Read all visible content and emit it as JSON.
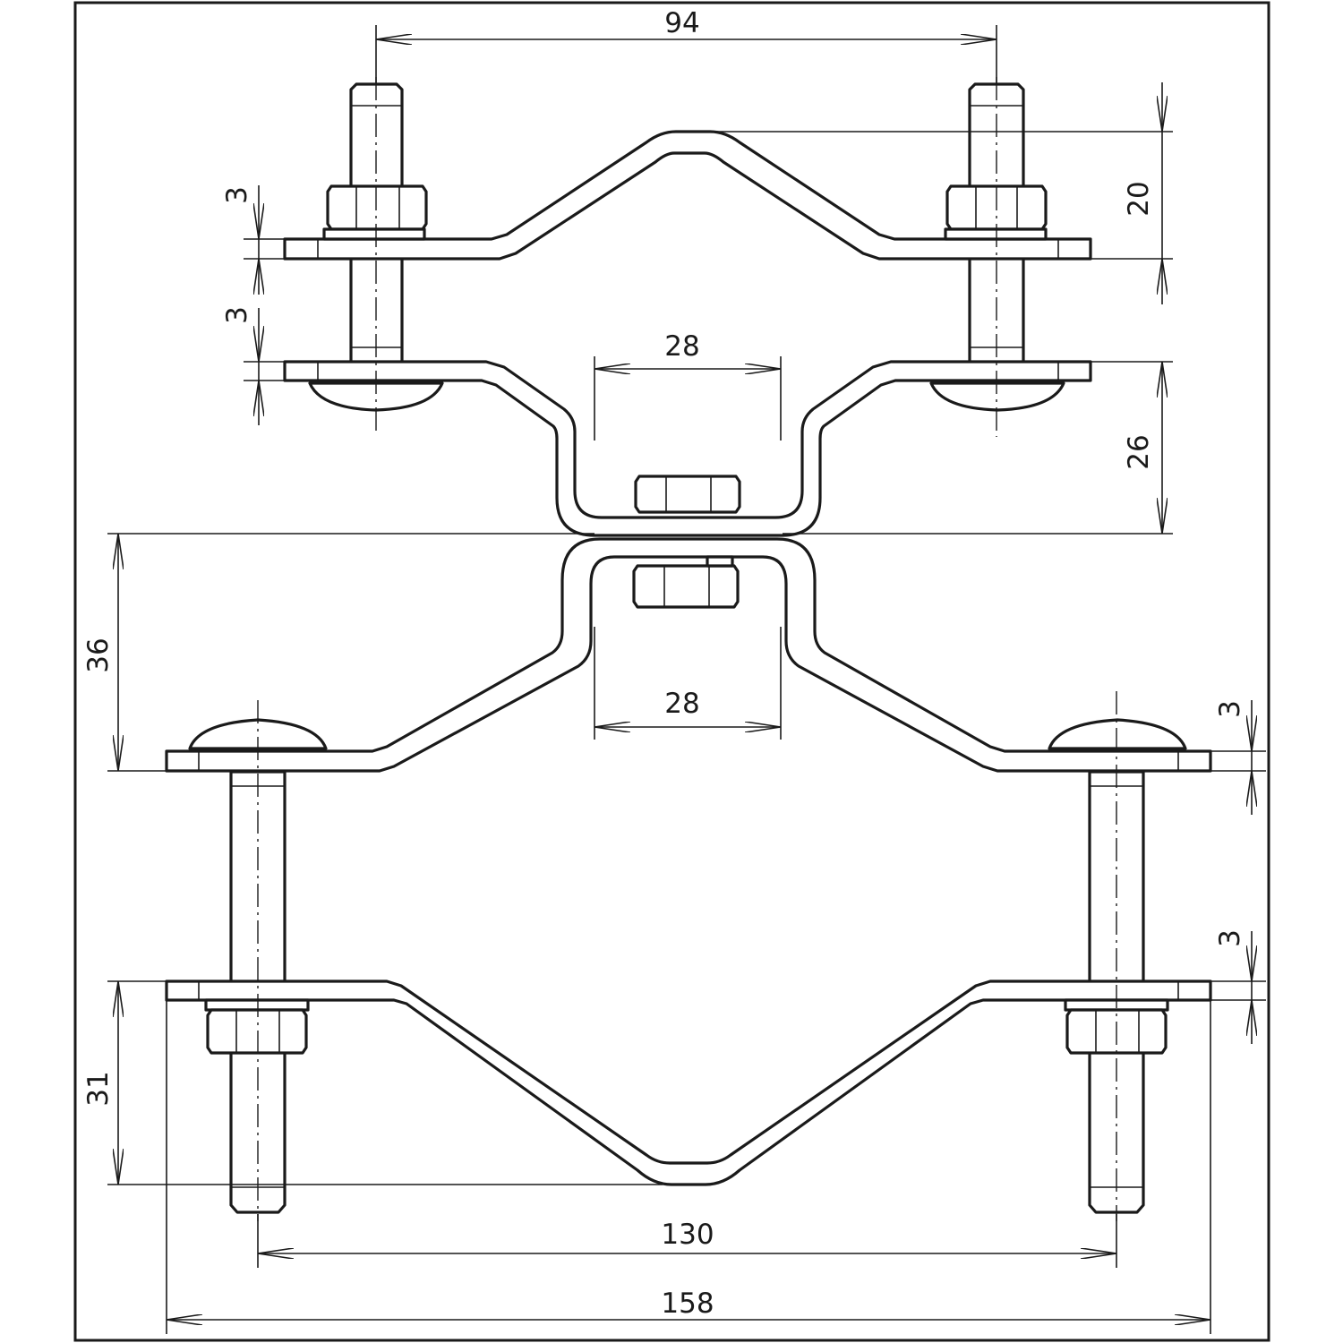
{
  "dimensions": {
    "top_bolt_spacing": "94",
    "top_clamp_depth": "20",
    "top_plate_thickness": "3",
    "top_plate_thickness_lower": "3",
    "top_inner_width": "28",
    "top_lower_depth": "26",
    "bottom_upper_depth": "36",
    "bottom_inner_width": "28",
    "right_plate_thickness_upper": "3",
    "right_plate_thickness_lower": "3",
    "bottom_clamp_depth": "31",
    "bottom_bolt_spacing": "130",
    "overall_width": "158"
  }
}
